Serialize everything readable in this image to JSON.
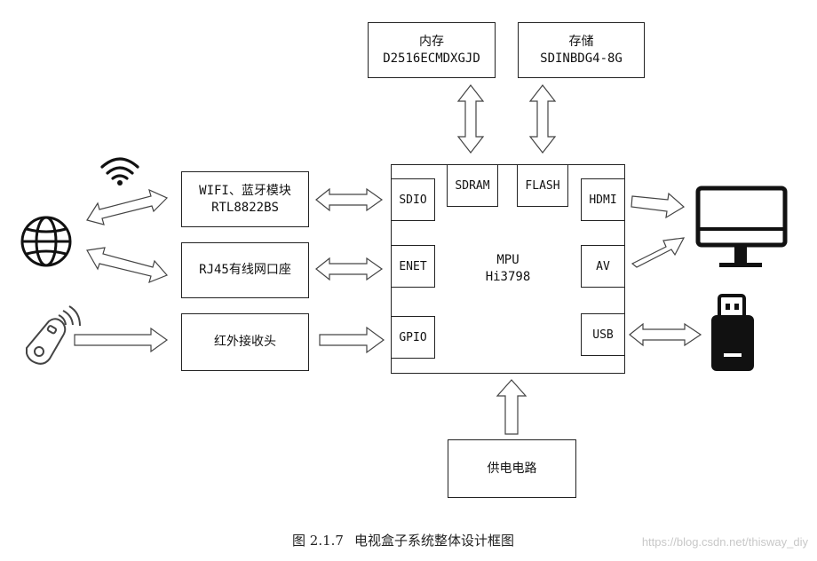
{
  "memory": {
    "title": "内存",
    "part": "D2516ECMDXGJD"
  },
  "storage": {
    "title": "存储",
    "part": "SDINBDG4-8G"
  },
  "wifi_module": {
    "line1": "WIFI、蓝牙模块",
    "line2": "RTL8822BS"
  },
  "rj45": {
    "label": "RJ45有线网口座"
  },
  "ir": {
    "label": "红外接收头"
  },
  "mpu": {
    "line1": "MPU",
    "line2": "Hi3798"
  },
  "ports": {
    "sdio": "SDIO",
    "enet": "ENET",
    "gpio": "GPIO",
    "sdram": "SDRAM",
    "flash": "FLASH",
    "hdmi": "HDMI",
    "av": "AV",
    "usb": "USB"
  },
  "power": {
    "label": "供电电路"
  },
  "caption": {
    "fig_no": "图 2.1.7",
    "title": "电视盒子系统整体设计框图"
  },
  "watermark": "https://blog.csdn.net/thisway_diy",
  "icons": [
    "wifi-icon",
    "globe-icon",
    "remote-control-icon",
    "monitor-icon",
    "usb-drive-icon"
  ]
}
